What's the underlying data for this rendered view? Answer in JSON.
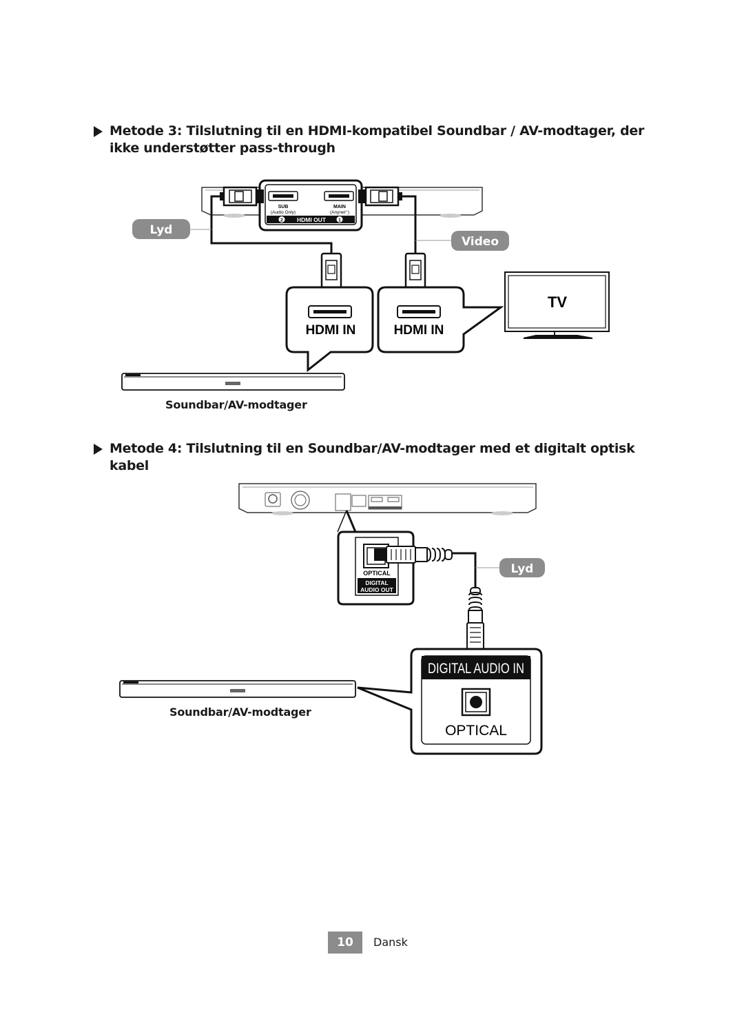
{
  "method3": {
    "heading": "Metode 3: Tilslutning til en HDMI-kompatibel Soundbar / AV-modtager, der ikke understøtter pass-through",
    "panel": {
      "sub_label": "SUB",
      "sub_sublabel": "(Audio Only)",
      "main_label": "MAIN",
      "main_sublabel": "(Anynet⁺)",
      "num2": "2",
      "hdmi_out": "HDMI OUT",
      "num1": "1"
    },
    "callout_audio": "Lyd",
    "callout_video": "Video",
    "hdmi_in_left": "HDMI IN",
    "hdmi_in_right": "HDMI IN",
    "tv_label": "TV",
    "soundbar_caption": "Soundbar/AV-modtager"
  },
  "method4": {
    "heading": "Metode 4: Tilslutning til en Soundbar/AV-modtager med et digitalt optisk kabel",
    "zoom": {
      "optical": "OPTICAL",
      "digital": "DIGITAL",
      "audio_out": "AUDIO OUT"
    },
    "callout_audio": "Lyd",
    "digital_audio_in": "DIGITAL AUDIO IN",
    "optical_label": "OPTICAL",
    "soundbar_caption": "Soundbar/AV-modtager"
  },
  "footer": {
    "page_number": "10",
    "language": "Dansk"
  },
  "colors": {
    "text": "#1a1a1a",
    "callout_bg": "#8c8c8c",
    "page_badge_bg": "#8c8c8c"
  }
}
